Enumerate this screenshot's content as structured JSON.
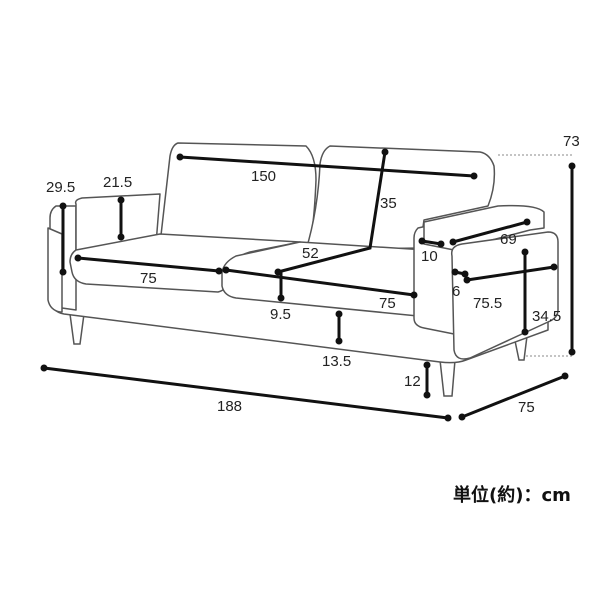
{
  "dimensions": {
    "total_height": "73",
    "back_cushion_width": "150",
    "back_height": "35",
    "arm_height_left": "29.5",
    "back_cushion_thickness": "21.5",
    "seat_depth": "52",
    "arm_top_width": "69",
    "arm_thickness": "10",
    "seat_cushion_left": "75",
    "seat_cushion_right": "75",
    "seat_cushion_height": "9.5",
    "arm_front_width": "6",
    "arm_depth": "75.5",
    "arm_height_right": "34.5",
    "seat_height": "13.5",
    "leg_height": "12",
    "total_width": "188",
    "total_depth": "75"
  },
  "unit_note": "単位(約)：cm"
}
